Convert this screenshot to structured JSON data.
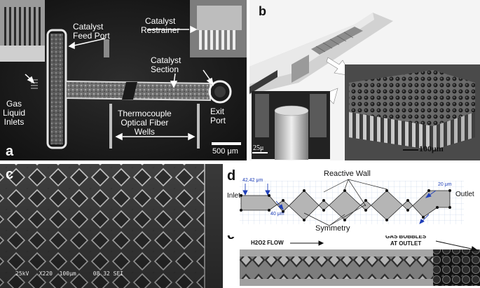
{
  "panels": {
    "a": {
      "label": "a",
      "catalyst_feed_port": "Catalyst\nFeed Port",
      "catalyst_restrainer": "Catalyst\nRestrainer",
      "catalyst_section": "Catalyst\nSection",
      "gas_liquid_inlets": "Gas\nLiquid\nInlets",
      "thermocouple_wells": "Thermocouple\nOptical Fiber\nWells",
      "exit_port": "Exit\nPort",
      "scale": "500 μm"
    },
    "b": {
      "label": "b",
      "scale_small": "25μ",
      "scale_large": "100μm"
    },
    "c": {
      "label": "c",
      "sem_info": "25kV   X220  100μm     08 32 SEI"
    },
    "d": {
      "label": "d",
      "reactive_wall": "Reactive Wall",
      "inlet": "Inlet",
      "outlet": "Outlet",
      "symmetry": "Symmetry",
      "dim_4242": "42.42 μm",
      "dim_20": "20 μm",
      "dim_40": "40 μm"
    },
    "e": {
      "label": "e",
      "h2o2_flow": "H2O2 FLOW",
      "gas_bubbles": "GAS BUBBLES\nAT OUTLET"
    }
  }
}
